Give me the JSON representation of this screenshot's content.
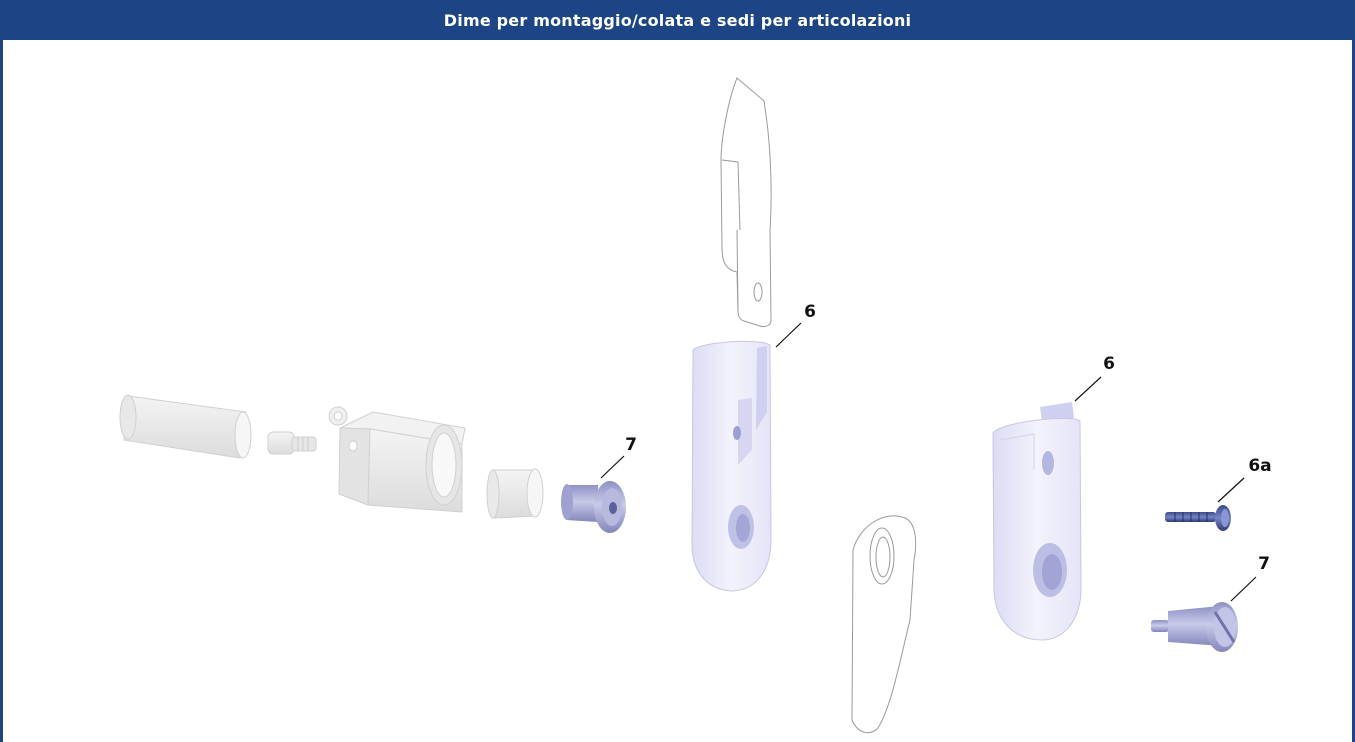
{
  "header": {
    "title": "Dime per montaggio/colata e sedi per articolazioni"
  },
  "callouts": [
    {
      "id": "left-7",
      "label": "7"
    },
    {
      "id": "center-6",
      "label": "6"
    },
    {
      "id": "right-6",
      "label": "6"
    },
    {
      "id": "right-6a",
      "label": "6a"
    },
    {
      "id": "right-7",
      "label": "7"
    }
  ],
  "colors": {
    "header_bg": "#1d4585",
    "frame": "#1d4585",
    "part_lavender": "#dcdcf4",
    "part_steel": "#a7a9d3",
    "part_ghost": "#ececec"
  }
}
